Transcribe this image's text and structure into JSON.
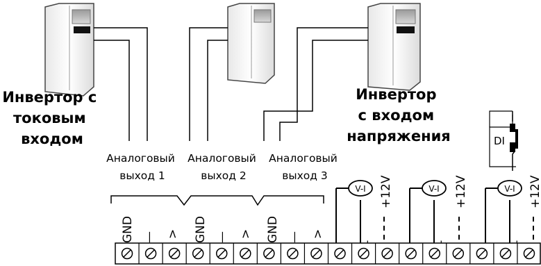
{
  "inverters": {
    "current_label": [
      "Инвертор с",
      "токовым",
      "входом"
    ],
    "voltage_label": [
      "Инвертор",
      "с входом",
      "напряжения"
    ]
  },
  "analog_outputs": [
    {
      "line1": "Аналоговый",
      "line2": "выход 1"
    },
    {
      "line1": "Аналоговый",
      "line2": "выход 2"
    },
    {
      "line1": "Аналоговый",
      "line2": "выход 3"
    }
  ],
  "terminal_labels": {
    "gnd": "GND",
    "minus": "—",
    "v": ">"
  },
  "vi_label": "V-I",
  "supply_label": "+12V",
  "probe_minus": "-",
  "probe_plus": "+",
  "di_label": "DI",
  "terminal_count": 18
}
